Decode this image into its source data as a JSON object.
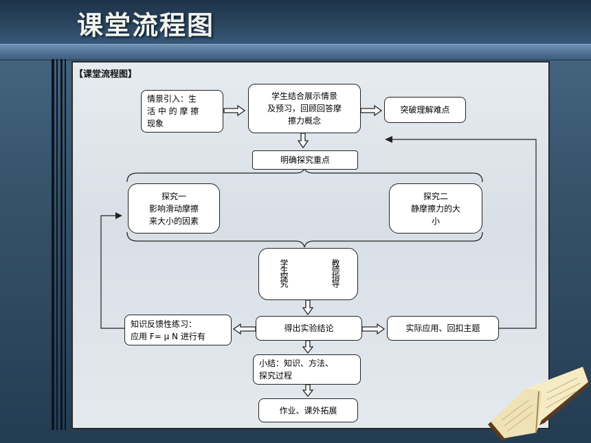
{
  "slide": {
    "title": "课堂流程图"
  },
  "panel": {
    "label": "【课堂流程图】"
  },
  "nodes": {
    "intro": "情景引入：生\n活 中 的 摩 擦\n现象",
    "review": "学生结合展示情景\n及预习，回顾回答摩\n擦力概念",
    "breakthrough": "突破理解难点",
    "key_point": "明确探究重点",
    "explore1": "探究一\n影响滑动摩擦\n来大小的因素",
    "explore2": "探究二\n静摩擦力的大\n小",
    "student_explore": "学生探究",
    "teacher_guide": "教师指导",
    "conclusion": "得出实验结论",
    "feedback": "知识反馈性练习：\n应用 F= μ N 进行有",
    "application": "实际应用、回扣主题",
    "summary": "小结：知识、方法、\n探究过程",
    "homework": "作业、课外拓展"
  },
  "colors": {
    "background": "#37546d",
    "panel": "#e4e9ee",
    "title_text": "#f2f5ef",
    "node_border": "#222222"
  },
  "icons": [
    "open-book-illustration"
  ]
}
